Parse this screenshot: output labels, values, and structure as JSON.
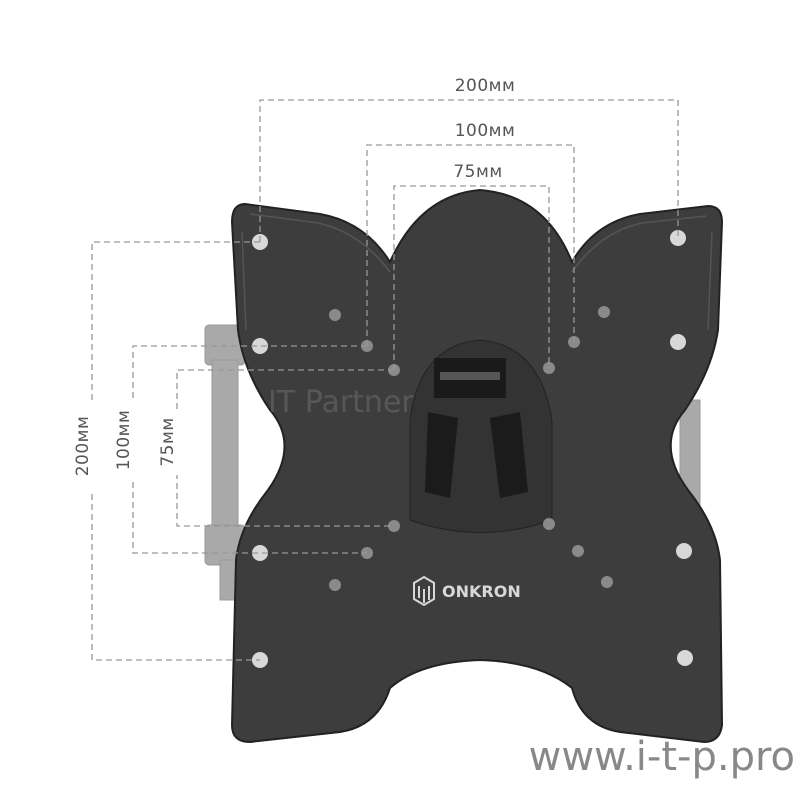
{
  "product": {
    "brand": "ONKRON",
    "plate_color": "#3a3a3a",
    "hole_color": "#d8d8d8"
  },
  "dimensions": {
    "horizontal": [
      "200мм",
      "100мм",
      "75мм"
    ],
    "vertical": [
      "200мм",
      "100мм",
      "75мм"
    ]
  },
  "watermark": {
    "overlay": "IT Partner",
    "url": "www.i-t-p.pro"
  }
}
